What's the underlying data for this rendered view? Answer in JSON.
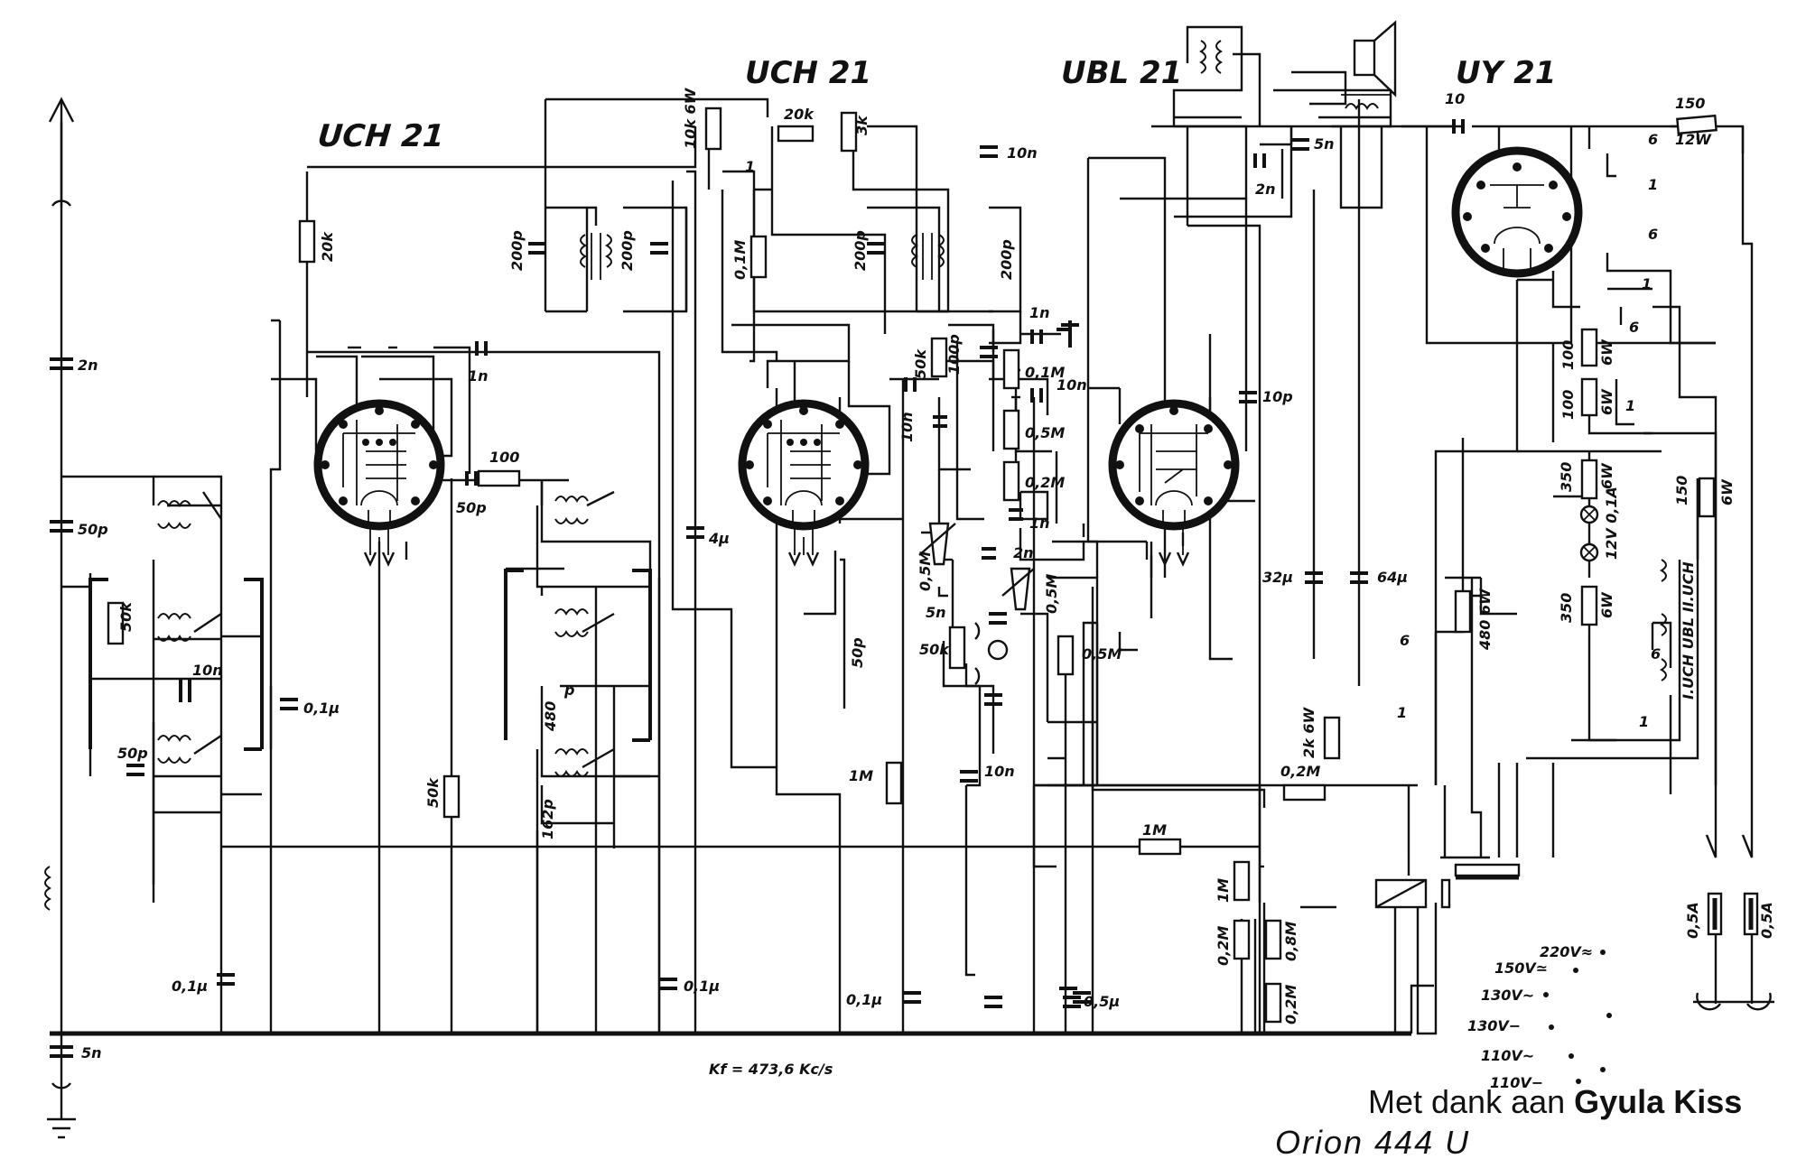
{
  "tubes": [
    "UCH 21",
    "UCH 21",
    "UBL 21",
    "UY 21"
  ],
  "components": {
    "c_2n": "2n",
    "c_50p_ant": "50p",
    "c_5n_gnd": "5n",
    "r_50k_coil": "50k",
    "c_10n_coil": "10n",
    "c_50p_coil": "50p",
    "c_01u_a": "0,1µ",
    "r_20k": "20k",
    "c_1n_grid": "1n",
    "r_100": "100",
    "c_50p_g": "50p",
    "r_480": "480",
    "c_162p": "162p",
    "p_mark": "p",
    "r_50k_b": "50k",
    "c_01u_b": "0,1µ",
    "c_200p_a": "200p",
    "c_200p_b": "200p",
    "c_4u": "4µ",
    "c_01u_c": "0,1µ",
    "r_10k_6w": "10k 6W",
    "r_20k_b": "20k",
    "r_3k": "3k",
    "sw1": "1",
    "c_10n_a": "10n",
    "c_200p_c": "200p",
    "c_200p_d": "200p",
    "r_01M_a": "0,1M",
    "c_10n_b": "10n",
    "r_50k_c": "50k",
    "c_100p": "100p",
    "c_1n_b": "1n",
    "r_01M_b": "0,1M",
    "c_10n_c": "10n",
    "r_05M_a": "0,5M",
    "r_02M_a": "0,2M",
    "c_1n_c": "1n",
    "c_2n_b": "2n",
    "pot_05M": "0,5M",
    "c_5n_b": "5n",
    "r_50k_d": "50k",
    "c_50p_d": "50p",
    "r_1M_a": "1M",
    "c_10n_d": "10n",
    "c_01u_d": "0,1µ",
    "pot_05M_b": "0,5M",
    "r_05M_b": "0,5M",
    "c_05u": "0,5µ",
    "c_10p": "10p",
    "c_2n_c": "2n",
    "c_5n_c": "5n",
    "c_10_uy": "10",
    "r_150_12w": "150",
    "r_150_12w_b": "12W",
    "sw6a": "6",
    "sw1a": "1",
    "sw6b": "6",
    "sw1b": "1",
    "r_100_6w_a": "100",
    "r_100_6w_b": "100",
    "w6a": "6W",
    "w6b": "6W",
    "sw6c": "6",
    "sw1c": "1",
    "r_350_a": "350",
    "w6c": "6W",
    "lamp": "12V 0,1A",
    "r_350_b": "350",
    "w6d": "6W",
    "r_150_6w": "150",
    "w6e": "6W",
    "heaters": "I.UCH UBL II.UCH",
    "c_32u": "32µ",
    "c_64u": "64µ",
    "r_480_6w": "480 6W",
    "r_2k_6w": "2k 6W",
    "sw6d": "6",
    "sw1d": "1",
    "sw6e": "6",
    "sw1e": "1",
    "r_02M_b": "0,2M",
    "r_1M_b": "1M",
    "r_1M_c": "1M",
    "r_02M_c": "0,2M",
    "r_08M": "0,8M",
    "r_02M_d": "0,2M",
    "fuse_a": "0,5A",
    "fuse_b": "0,5A",
    "v220": "220V≈",
    "v150": "150V≃",
    "v130a": "130V~",
    "v130b": "130V−",
    "v110a": "110V~",
    "v110b": "110V−",
    "kf": "Kf = 473,6 Kc/s"
  },
  "credit": {
    "prefix": "Met dank aan ",
    "name": "Gyula Kiss"
  },
  "model": "Orion 444 U"
}
